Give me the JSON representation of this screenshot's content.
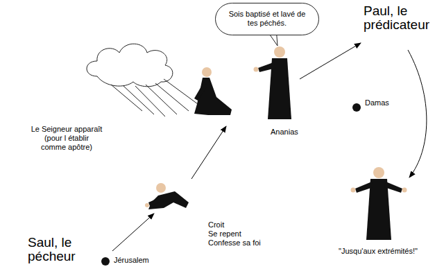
{
  "diagram": {
    "nodes": [
      {
        "text": [
          "Sois baptisé et lavé de tes péchés."
        ]
      }
    ],
    "labels": [
      "Paul, le prédicateur",
      "Damas",
      "Ananias",
      "Le Seigneur apparaît",
      "(pour l établir comme apôtre)",
      "Croit",
      "Se repent",
      "Confesse sa foi",
      "\"Jusqu'aux extrémités!\"",
      "Saul, le pécheur",
      "Jérusalem"
    ]
  }
}
